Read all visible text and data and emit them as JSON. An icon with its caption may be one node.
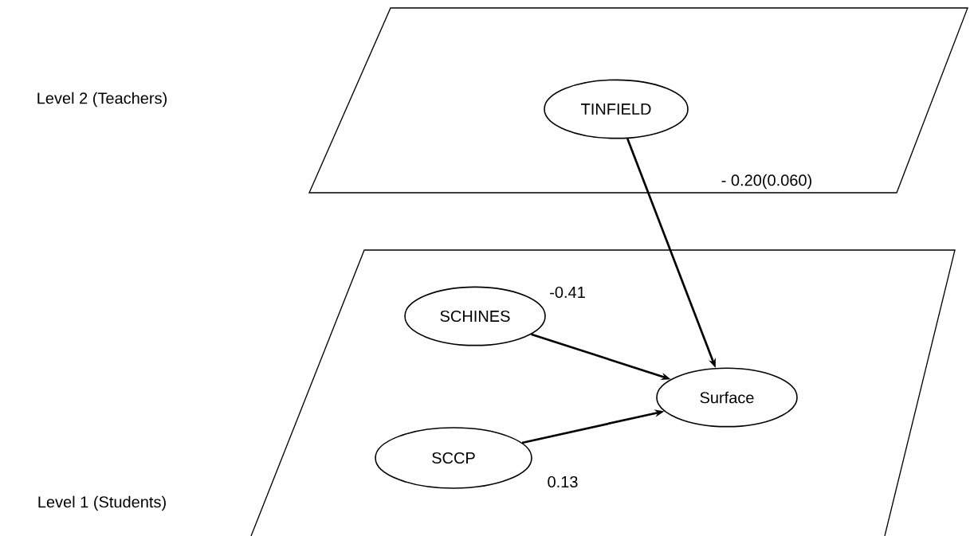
{
  "diagram": {
    "nodes": [
      {
        "text": [],
        "shape": "parallelogram"
      },
      {
        "text": [
          "TINFIELD"
        ],
        "in": 0
      },
      {
        "text": [],
        "shape": "parallelogram"
      },
      {
        "text": [
          "SCHINES"
        ],
        "in": 2
      },
      {
        "text": [
          "Surface"
        ],
        "in": 2
      },
      {
        "text": [
          "SCCP"
        ],
        "in": 2
      }
    ],
    "edges": [
      {
        "from": 1,
        "to": 4,
        "arrow": "to",
        "label": "- 0.20(0.060)"
      },
      {
        "from": 3,
        "to": 4,
        "arrow": "to",
        "label": "-0.41"
      },
      {
        "from": 5,
        "to": 4,
        "arrow": "to",
        "label": "0.13"
      }
    ],
    "labels": [
      "Level 2 (Teachers)",
      "Level 1 (Students)"
    ]
  }
}
